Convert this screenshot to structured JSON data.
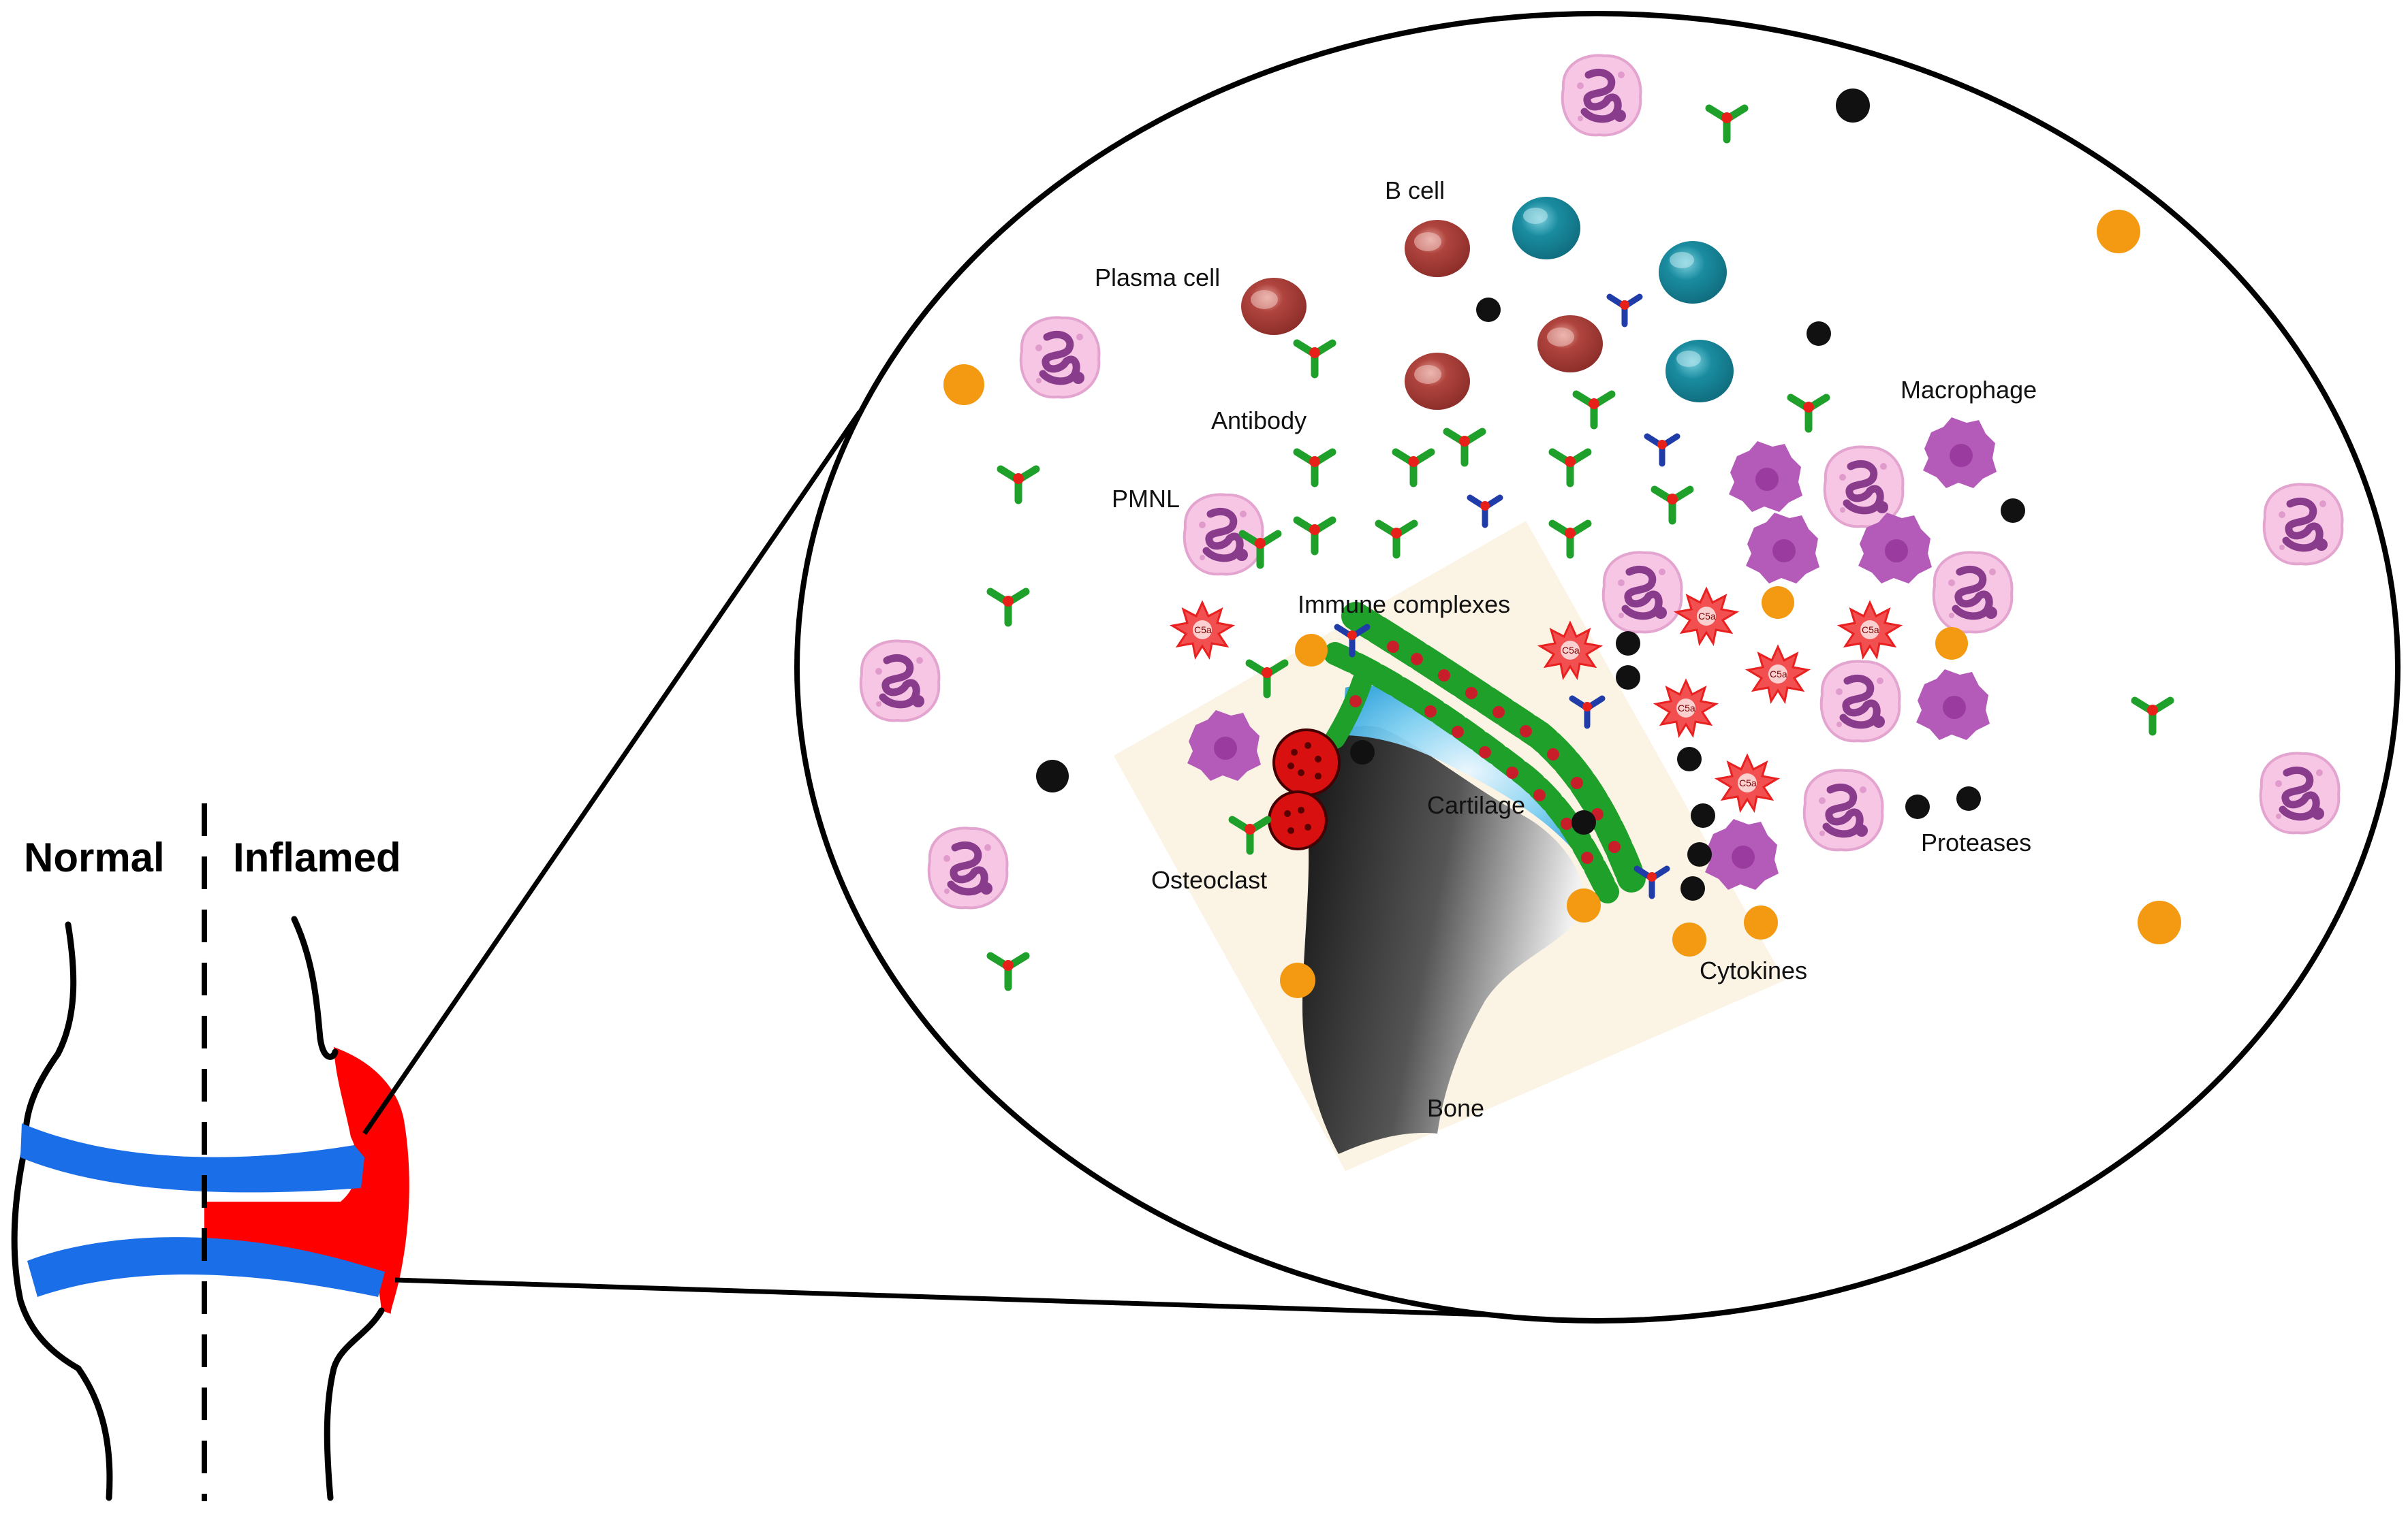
{
  "joint": {
    "left_label": "Normal",
    "right_label": "Inflamed"
  },
  "labels": {
    "b_cell": "B cell",
    "plasma_cell": "Plasma cell",
    "antibody": "Antibody",
    "pmnl": "PMNL",
    "macrophage": "Macrophage",
    "immune_complexes": "Immune complexes",
    "cartilage": "Cartilage",
    "osteoclast": "Osteoclast",
    "proteases": "Proteases",
    "cytokines": "Cytokines",
    "bone": "Bone",
    "complement_tag": "C5a"
  },
  "colors": {
    "cartilage_blue": "#1a6ee8",
    "inflamed_red": "#ff0000",
    "pmnl_pink": "#f6c6e4",
    "pmnl_nucleus": "#8a3c8c",
    "plasma_cell": "#a8403c",
    "b_cell": "#1a8ca0",
    "macrophage": "#b45ab8",
    "antibody_green": "#1ea02a",
    "antibody_blue": "#1f3ca8",
    "antibody_red": "#e8201a",
    "cytokine_orange": "#f39a12",
    "protease_black": "#111111",
    "complement_red": "#e82020",
    "tissue_beige": "#fbf3e3",
    "osteoclast_red": "#d81010"
  }
}
